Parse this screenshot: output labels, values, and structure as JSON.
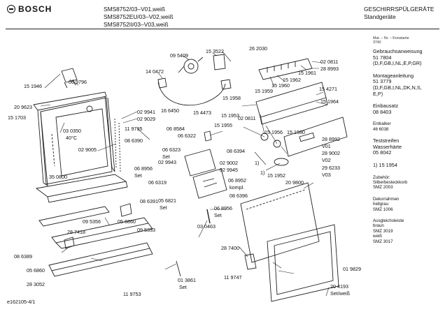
{
  "header": {
    "brand": "BOSCH",
    "models": [
      "SMS8752/03–V01,weiß",
      "SMS8752EU/03–V02,weiß",
      "SMS8752II/03–V03,weiß"
    ],
    "category": [
      "GESCHIRRSPÜLGERÄTE",
      "Standgeräte"
    ]
  },
  "parts": {
    "p09_5409": "09 5409",
    "p15_3522": "15 3522",
    "p26_2030": "26 2030",
    "p14_0472": "14 0472",
    "p02_0811_a": "02 0811",
    "p28_8993": "28 8993",
    "p15_1961": "15 1961",
    "p15_1962": "15 1962",
    "p15_1960": "15 1960",
    "p15_1959": "15 1959",
    "p15_4271": "15 4271",
    "p15_1946": "15 1946",
    "p06_9796": "06 9796",
    "p16_6450": "16 6450",
    "p15_1958": "15 1958",
    "p20_9623": "20 9623",
    "p15_1703": "15 1703",
    "p02_9941": "02 9941",
    "p02_9029": "02 9029",
    "p14_4473": "15 4473",
    "p15_1953": "15 1953",
    "p15_1964": "15 1964",
    "p03_0350": "03 0350",
    "p40c": "40°C",
    "p11_9795": "11 9795",
    "p06_8584": "06 8584",
    "p06_6322": "06 6322",
    "p02_0811_b": "02 0811",
    "p15_1955": "15 1955",
    "p15_1956": "15 1956",
    "p15_1980": "15 1980",
    "p02_9005": "02 9005",
    "p08_6390": "08 6390",
    "p06_6323": "06 6323",
    "set1": "Set",
    "p08_6394": "08 6394",
    "p28_8992": "28 8992",
    "v01": "V01",
    "p02_9943": "02 9943",
    "p02_9002": "02 9002",
    "p28_9002": "28 9002",
    "v02": "V02",
    "p06_8956_a": "06 8956",
    "set2": "Set",
    "p02_9945": "02 9945",
    "one_a": "1)",
    "one_b": "1)",
    "p29_6233": "29 6233",
    "v03": "V03",
    "p35_0800": "35 0800",
    "p06_6319": "06 6319",
    "p06_8952": "06 8952",
    "kompl": "kompl.",
    "p15_1952": "15 1952",
    "p20_9800": "20 9800",
    "p05_6821": "05 6821",
    "set3": "Set",
    "p08_6396": "08 6396",
    "p08_6391": "08 6391",
    "p06_8956_b": "06 8956",
    "set4": "Set",
    "p09_5356": "09 5356",
    "p05_6860_a": "05 6860",
    "p03_0463": "03 0463",
    "p28_7418": "28 7418",
    "p09_5333": "09 5333",
    "p28_7400": "28 7400",
    "p08_6389": "08 6389",
    "p05_6860_b": "05 6860",
    "p28_3052": "28 3052",
    "p01_3861": "01 3861",
    "set5": "Set",
    "p11_9747": "11 9747",
    "p01_9829": "01 9829",
    "p20_4193": "20 4193",
    "setweiss": "Set/weiß",
    "p11_9753": "11 9753"
  },
  "sidebar": {
    "matnr": [
      "Mat. – Nr. – Konstante",
      "3740"
    ],
    "gebrauch": [
      "Gebrauchsanweisung",
      "51 7804",
      "(D,F,GB,I,NL,E,P,GR)"
    ],
    "montage": [
      "Montageanleitung",
      "51 3779",
      "(D,F,GB,I,NL,DK,N,S,",
      "E,P)"
    ],
    "einbau": [
      "Einbausatz",
      "08 8403"
    ],
    "entkalker": [
      "Entkalker",
      "46 6038"
    ],
    "teststreifen": [
      "Teststreifen",
      "Wasserhärte",
      "05 8042"
    ],
    "note": "1)  15 1954",
    "zubehoer": [
      "Zubehör:",
      "Silberbesteckkorb",
      "SMZ 2003"
    ],
    "dekor": [
      "Dekorrahmen",
      "hellgrau",
      "SMZ 1006"
    ],
    "ausgleich": [
      "Ausgleichsleiste",
      "braun",
      "SMZ 3019",
      "weiß",
      "SMZ 3017"
    ]
  },
  "footer": {
    "code": "e162105-4/1"
  }
}
